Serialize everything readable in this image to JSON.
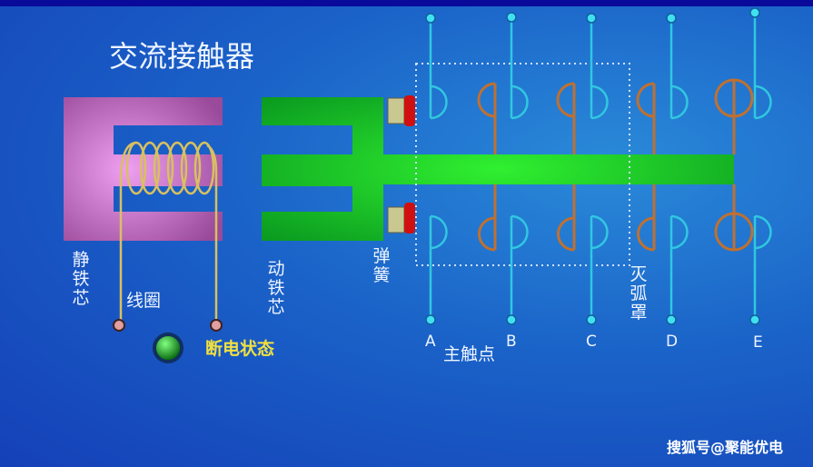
{
  "title": "交流接触器",
  "labels": {
    "static_core": "静铁芯",
    "coil": "线圈",
    "moving_core": "动铁芯",
    "spring": "弹簧",
    "arc_chute": "灭弧罩",
    "main_contacts": "主触点",
    "status": "断电状态"
  },
  "phases": [
    "A",
    "B",
    "C",
    "D",
    "E"
  ],
  "watermark": "搜狐号@聚能优电",
  "colors": {
    "static_core": "#c070c0",
    "moving_core": "#20d020",
    "wire": "#30c8e0",
    "moving_contact": "#c07030",
    "status_led": "#20b030"
  }
}
